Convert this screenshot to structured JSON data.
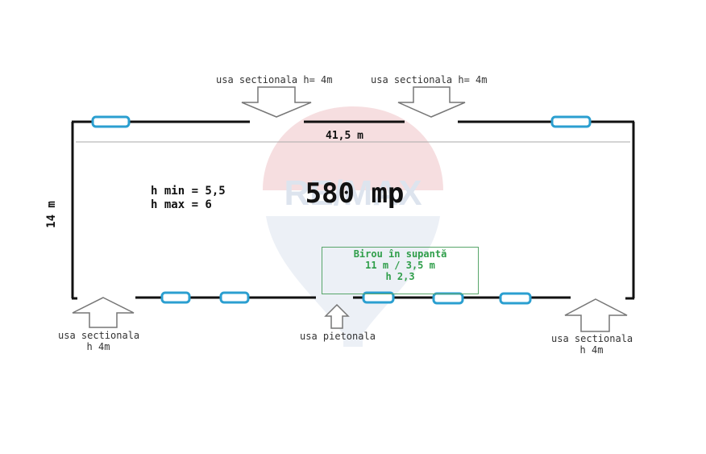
{
  "plan": {
    "area_label": "580 mp",
    "length_label": "41,5 m",
    "width_label": "14 m",
    "h_min_label": "h min = 5,5",
    "h_max_label": "h max = 6",
    "office": {
      "line1": "Birou în supantă",
      "line2": "11 m / 3,5 m",
      "line3": "h 2,3"
    },
    "doors": {
      "top_left": "usa sectionala h= 4m",
      "top_right": "usa sectionala h= 4m",
      "bottom_left_line1": "usa sectionala",
      "bottom_left_line2": "h 4m",
      "pedestrian": "usa pietonala",
      "bottom_right_line1": "usa sectionala",
      "bottom_right_line2": "h 4m"
    },
    "watermark": "RE/MAX"
  },
  "colors": {
    "wall": "#111111",
    "window": "#2b9fd0",
    "arrow": "#777777",
    "office_border": "#58a66a",
    "office_text": "#2f9e4a",
    "watermark_red": "#e8a3a8",
    "watermark_blue": "#9fb4d0"
  }
}
